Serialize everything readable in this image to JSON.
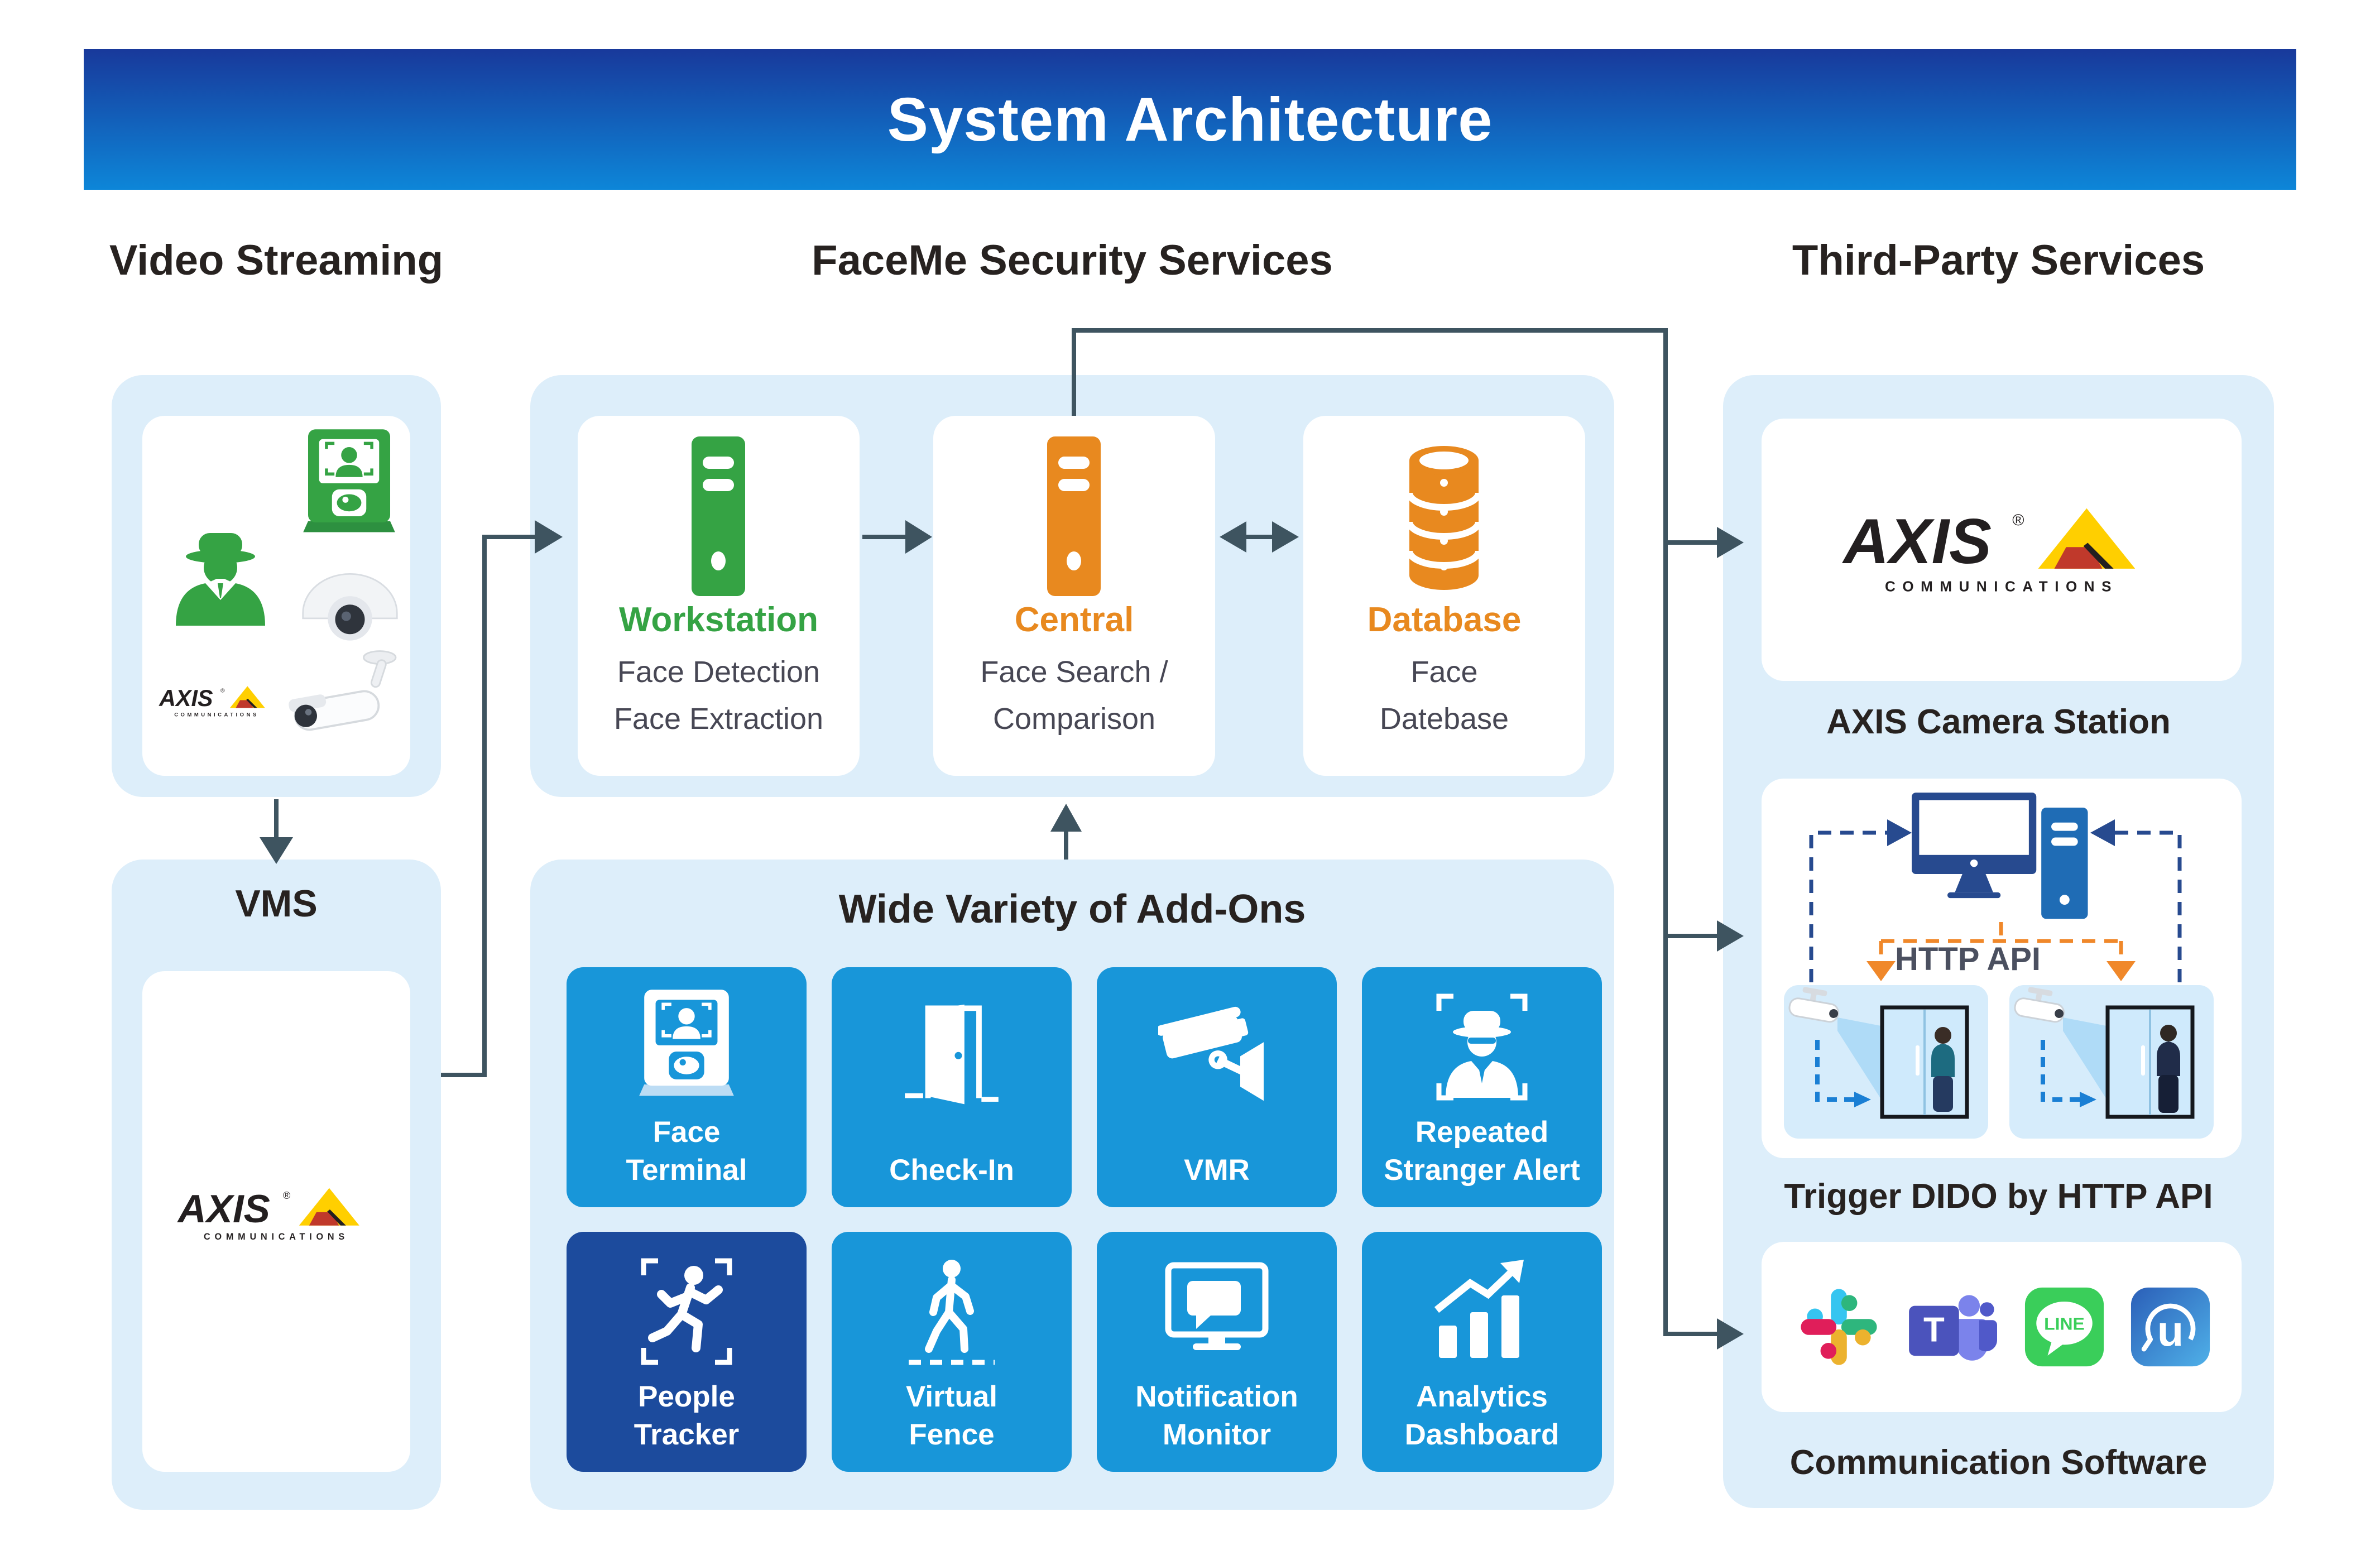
{
  "banner": {
    "title": "System Architecture"
  },
  "headings": {
    "left": "Video Streaming",
    "center": "FaceMe Security Services",
    "right": "Third-Party Services"
  },
  "video_streaming": {
    "vms_label": "VMS",
    "icons": [
      "spy-person-icon",
      "face-terminal-icon",
      "dome-camera-icon",
      "axis-logo",
      "bullet-camera-icon"
    ]
  },
  "faceme": {
    "workstation": {
      "title": "Workstation",
      "subtitle": "Face Detection\nFace Extraction",
      "icon": "server-icon",
      "color": "#35a344"
    },
    "central": {
      "title": "Central",
      "subtitle": "Face Search /\nComparison",
      "icon": "server-icon",
      "color": "#e8891f"
    },
    "database": {
      "title": "Database",
      "subtitle": "Face\nDatebase",
      "icon": "database-icon",
      "color": "#e8891f"
    }
  },
  "addons": {
    "title": "Wide Variety of Add-Ons",
    "tiles": [
      {
        "label": "Face\nTerminal",
        "icon": "face-terminal-icon",
        "variant": "light"
      },
      {
        "label": "Check-In",
        "icon": "door-icon",
        "variant": "light"
      },
      {
        "label": "VMR",
        "icon": "cctv-camera-icon",
        "variant": "light"
      },
      {
        "label": "Repeated\nStranger Alert",
        "icon": "stranger-alert-icon",
        "variant": "light"
      },
      {
        "label": "People\nTracker",
        "icon": "people-tracker-icon",
        "variant": "dark"
      },
      {
        "label": "Virtual\nFence",
        "icon": "virtual-fence-icon",
        "variant": "light"
      },
      {
        "label": "Notification\nMonitor",
        "icon": "notification-monitor-icon",
        "variant": "light"
      },
      {
        "label": "Analytics\nDashboard",
        "icon": "analytics-icon",
        "variant": "light"
      }
    ]
  },
  "third_party": {
    "axis_caption": "AXIS Camera Station",
    "http_api_label": "HTTP API",
    "trigger_caption": "Trigger DIDO by HTTP API",
    "comm_caption": "Communication Software",
    "apps": [
      "slack",
      "microsoft-teams",
      "line",
      "cyberlink-u"
    ]
  },
  "logos": {
    "axis": "AXIS",
    "reg": "®",
    "axis_sub": "COMMUNICATIONS",
    "teams_t": "T",
    "line": "LINE",
    "u": "u"
  },
  "colors": {
    "banner_top": "#18399b",
    "banner_bottom": "#0d86d8",
    "container_blue": "#ddeefa",
    "tile_blue": "#1896d9",
    "tile_dark_blue": "#1c4b9d",
    "accent_green": "#35a344",
    "accent_orange": "#e8891f",
    "connector": "#3e5460",
    "navy_dash": "#274a8f",
    "orange_dash": "#f0882a",
    "blue_dash": "#1a7fd4"
  }
}
